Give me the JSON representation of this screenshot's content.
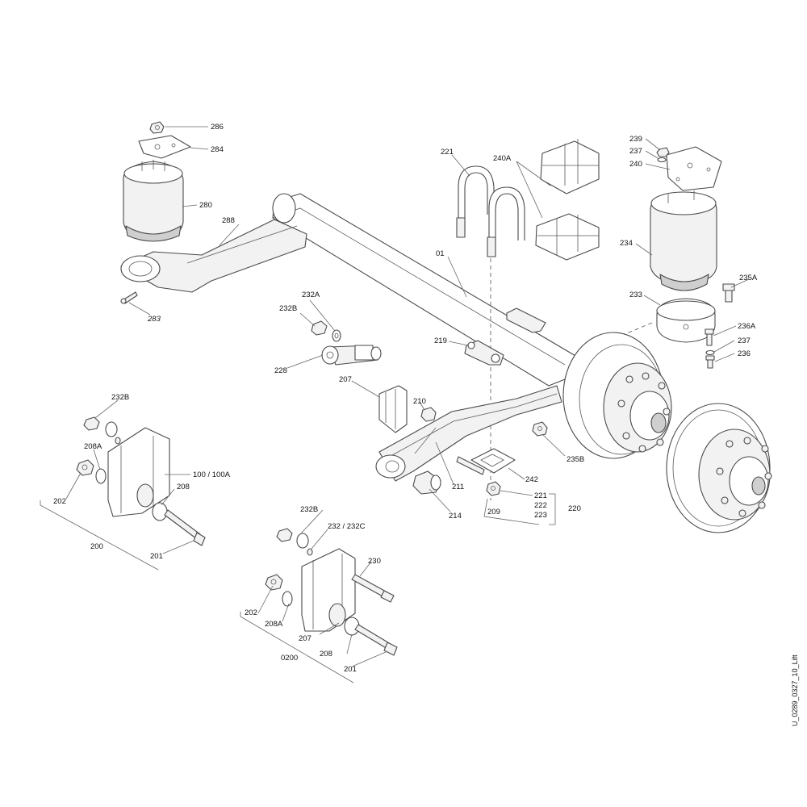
{
  "labels": {
    "l286": "286",
    "l284": "284",
    "l280": "280",
    "l288": "288",
    "l283": "283",
    "l221a": "221",
    "l240A": "240A",
    "l01": "01",
    "l239": "239",
    "l237a": "237",
    "l240": "240",
    "l234": "234",
    "l235A": "235A",
    "l233": "233",
    "l236A": "236A",
    "l237b": "237",
    "l236": "236",
    "l232A": "232A",
    "l232Ba": "232B",
    "l228": "228",
    "l219": "219",
    "l207a": "207",
    "l210": "210",
    "l235B": "235B",
    "l232Bb": "232B",
    "l208Aa": "208A",
    "l100": "100 / 100A",
    "l208a": "208",
    "l202a": "202",
    "l200": "200",
    "l201a": "201",
    "l211": "211",
    "l214": "214",
    "l242": "242",
    "l221b": "221",
    "l222": "222",
    "l223": "223",
    "l209": "209",
    "l220": "220",
    "l232Bc": "232B",
    "l232": "232 / 232C",
    "l230": "230",
    "l202b": "202",
    "l208Ab": "208A",
    "l207b": "207",
    "l208b": "208",
    "l0200": "0200",
    "l201b": "201"
  },
  "drawing_id": "U_0289_0327_10_Lift"
}
